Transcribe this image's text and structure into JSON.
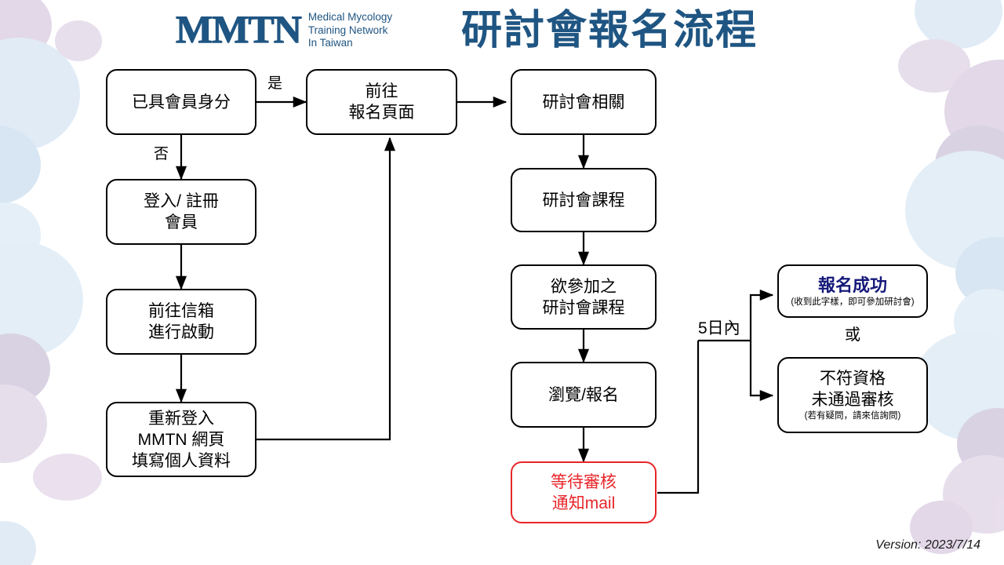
{
  "header": {
    "logo_word": "MMTN",
    "logo_subtitle_lines": [
      "Medical Mycology",
      "Training Network",
      "In Taiwan"
    ],
    "title": "研討會報名流程",
    "brand_color": "#1f5582"
  },
  "footer": {
    "version": "Version: 2023/7/14"
  },
  "colors": {
    "box_border": "#000000",
    "alert_red": "#e8262a",
    "success_navy": "#15197a",
    "decor_purple": "#d7c8de",
    "decor_blue": "#cfe0f0"
  },
  "nodes": {
    "member_check": {
      "lines": [
        "已具會員身分"
      ]
    },
    "goto_register_page": {
      "lines": [
        "前往",
        "報名頁面"
      ]
    },
    "login_signup": {
      "lines": [
        "登入/ 註冊",
        "會員"
      ]
    },
    "activate_mailbox": {
      "lines": [
        "前往信箱",
        "進行啟動"
      ]
    },
    "relogin_profile": {
      "lines": [
        "重新登入",
        "MMTN 網頁",
        "填寫個人資料"
      ]
    },
    "seminar_info": {
      "lines": [
        "研討會相關"
      ]
    },
    "seminar_course": {
      "lines": [
        "研討會課程"
      ]
    },
    "desired_course": {
      "lines": [
        "欲參加之",
        "研討會課程"
      ]
    },
    "browse_apply": {
      "lines": [
        "瀏覽/報名"
      ]
    },
    "waiting_review": {
      "lines": [
        "等待審核",
        "通知mail"
      ]
    },
    "success": {
      "title": "報名成功",
      "note": "(收到此字樣，即可參加研討會)"
    },
    "rejected": {
      "lines": [
        "不符資格",
        "未通過審核"
      ],
      "note": "(若有疑問，請來信詢問)"
    }
  },
  "edge_labels": {
    "yes": "是",
    "no": "否",
    "within_five_days": "5日內",
    "or": "或"
  }
}
